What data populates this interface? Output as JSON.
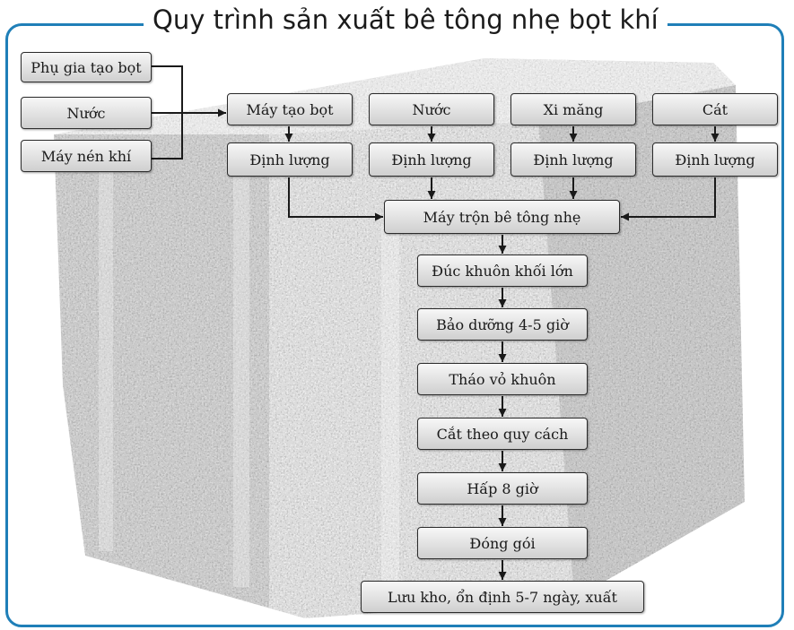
{
  "title": "Quy trình sản xuất bê tông nhẹ bọt khí",
  "colors": {
    "frame": "#1f7fb8",
    "box_border": "#2b2b2b",
    "arrow": "#1a1a1a"
  },
  "inputs": {
    "foam_additive": "Phụ gia tạo bọt",
    "water": "Nước",
    "air_compressor": "Máy nén khí"
  },
  "materials": [
    {
      "name": "Máy tạo bọt",
      "dosing": "Định lượng"
    },
    {
      "name": "Nước",
      "dosing": "Định lượng"
    },
    {
      "name": "Xi măng",
      "dosing": "Định lượng"
    },
    {
      "name": "Cát",
      "dosing": "Định lượng"
    }
  ],
  "process": [
    "Máy trộn bê tông nhẹ",
    "Đúc khuôn khối lớn",
    "Bảo dưỡng 4-5 giờ",
    "Tháo vỏ khuôn",
    "Cắt theo quy cách",
    "Hấp 8 giờ",
    "Đóng gói",
    "Lưu kho, ổn định 5-7 ngày, xuất"
  ]
}
